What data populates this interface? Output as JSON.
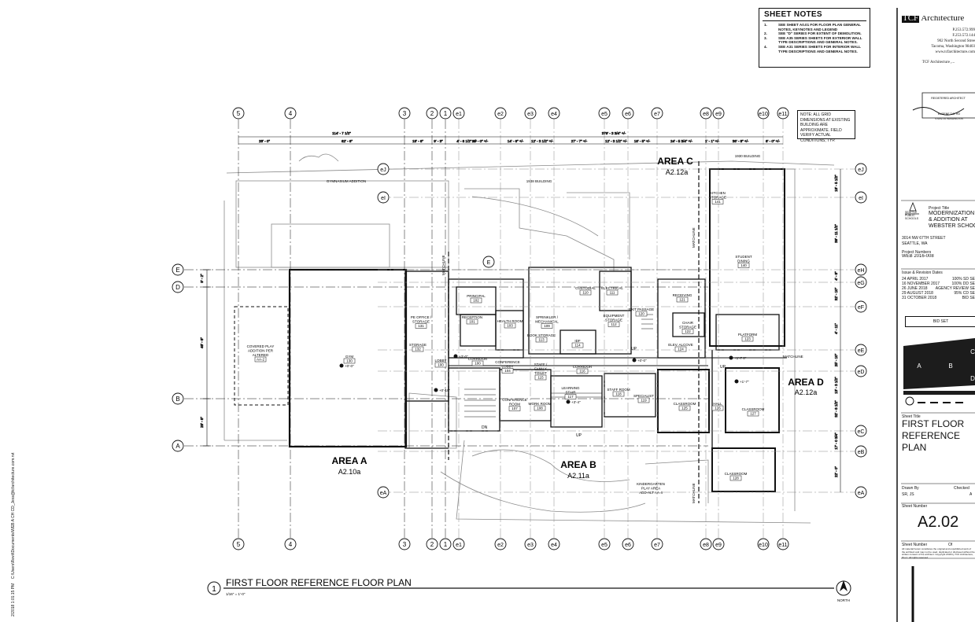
{
  "sheet_notes": {
    "title": "SHEET NOTES",
    "items": [
      {
        "num": "1.",
        "text": "SEE SHEET A0.01 FOR FLOOR PLAN GENERAL NOTES, KEYNOTES AND LEGEND"
      },
      {
        "num": "2.",
        "text": "SEE \"D\" SERIES FOR EXTENT OF DEMOLITION."
      },
      {
        "num": "3.",
        "text": "SEE A35 SERIES SHEETS FOR EXTERIOR WALL TYPE DESCRIPTIONS AND GENERAL NOTES."
      },
      {
        "num": "4.",
        "text": "SEE A31 SERIES SHEETS FOR INTERIOR WALL TYPE DESCRIPTIONS AND GENERAL NOTES."
      }
    ]
  },
  "firm": {
    "logo_a": "TCF",
    "logo_b": "Architecture",
    "phone": "P.253.572.999",
    "fax": "F.253.572.144",
    "street": "902 North Second Stree",
    "city": "Tacoma, Washington 98403",
    "web": "www.tcfarchitecture.com",
    "copyright": "TCF Architecture ,..."
  },
  "stamp": {
    "label": "REGISTERED ARCHITECT",
    "name": "EUGENE T.G. HO",
    "state": "STATE OF WASHINGTON"
  },
  "grid_note": "NOTE: ALL GRID DIMENSIONS AT EXISTING BUILDING ARE APPROXIMATE. FIELD VERIFY ACTUAL CONDITIONS, TYP.",
  "project": {
    "client_line1": "SEATTLE",
    "client_line2": "PUBLIC",
    "client_line3": "SCHOOLS",
    "title_label": "Project Title",
    "title_1": "MODERNIZATION",
    "title_2": "& ADDITION AT",
    "title_3": "WEBSTER SCHOOL",
    "address_1": "3014 NW 67TH STREET",
    "address_2": "SEATTLE, WA",
    "number_label": "Project Numbers",
    "number": "WEB 2016-008",
    "revisions_label": "Issue & Revision Dates",
    "revisions": [
      {
        "date": "24 APRIL 2017",
        "desc": "100% SD SE"
      },
      {
        "date": "16 NOVEMBER 2017",
        "desc": "100% DD SE"
      },
      {
        "date": "26 JUNE 2018",
        "desc": "AGENCY REVIEW SE"
      },
      {
        "date": "29 AUGUST 2018",
        "desc": "95% CD SE"
      },
      {
        "date": "31 OCTOBER 2018",
        "desc": "BID SE"
      }
    ],
    "bid_set": "BID SET",
    "sheet_title_label": "Sheet Title",
    "sheet_title_1": "FIRST FLOOR",
    "sheet_title_2": "REFERENCE",
    "sheet_title_3": "PLAN",
    "drawn_label": "Drawn By",
    "drawn_value": "SR, JS",
    "checked_label": "Checked",
    "checked_value": "A",
    "sheet_number_label": "Sheet Number",
    "sheet_number": "A2.02",
    "sheet_of_label": "Sheet Number",
    "of_label": "Of",
    "disclaimer": "All material herein constitutes the original and unpublished work of the architect and may not be used, duplicated or disclosed without the written consent of the architect. Copyright 2018 by TCF Architecture, PLLC. All rights reserved."
  },
  "keyplan_labels": [
    "A",
    "B",
    "C",
    "D"
  ],
  "side_file_path": "C:\\Users\\Revit\\Documents\\WEB A CH CD_Jess@tcfarchitecture.com.rvt",
  "side_date": "2/2018 1:01:15 PM",
  "grid_top_labels": [
    "5",
    "4",
    "3",
    "2",
    "1",
    "e1",
    "e2",
    "e3",
    "e4",
    "e5",
    "e6",
    "e7",
    "e8",
    "e9",
    "e10",
    "e11"
  ],
  "grid_left_labels": [
    "E",
    "D",
    "B",
    "A"
  ],
  "grid_right_labels": [
    "eJ",
    "eI",
    "eH",
    "eG",
    "eF",
    "eE",
    "eD",
    "eC",
    "eB",
    "eA"
  ],
  "overall_dims": {
    "a": "114' - 7 1/2\"",
    "b": "379' - 3 3/4\" +/-"
  },
  "top_dims": [
    "28' - 0\"",
    "62' - 6\"",
    "18' - 6\"",
    "9' - 3\"",
    "4' - 6 1/2\" +/-",
    "26' - 0\" +/-",
    "14' - 6\" +/-",
    "12' - 3 1/2\" +/-",
    "27' - 7\" +/-",
    "12' - 3 1/2\" +/-",
    "16' - 5\" +/-",
    "24' - 5 3/4\" +/-",
    "1' - 1\" +/-",
    "36' - 8\" +/-",
    "6' - 0\" +/-"
  ],
  "left_dims": [
    "9' - 2\"",
    "46' - 6\"",
    "28' - 8\""
  ],
  "right_dims": [
    "18' - 5 1/2\"",
    "39' - 11 1/2\"",
    "4' - 8\"",
    "32' - 10\"",
    "4' - 11\"",
    "25' - 10\"",
    "13' - 3 1/2\"",
    "32' - 8 1/2\"",
    "17' - 0 3/4\"",
    "22' - 0\""
  ],
  "building_labels": {
    "b1": "1938 BUILDING",
    "b2": "1930 BUILDING",
    "gym": "GYMNASIUM ADDITION"
  },
  "areas": [
    {
      "name": "AREA A",
      "ref": "A2.10a"
    },
    {
      "name": "AREA B",
      "ref": "A2.11a"
    },
    {
      "name": "AREA C",
      "ref": "A2.12a"
    },
    {
      "name": "AREA D",
      "ref": "A2.12a"
    }
  ],
  "rooms": [
    {
      "name": "GYM",
      "num": "130"
    },
    {
      "name": "COVERED PLAY ADDITION PER ALTERED",
      "num": "AA-2"
    },
    {
      "name": "PE OFFICE / STORAGE",
      "num": "131"
    },
    {
      "name": "STORAGE",
      "num": "132"
    },
    {
      "name": "PRINCIPAL",
      "num": "102"
    },
    {
      "name": "RECEPTION",
      "num": "101"
    },
    {
      "name": "HEALTH ROOM",
      "num": "103"
    },
    {
      "name": "CORRIDOR",
      "num": "100"
    },
    {
      "name": "CONFERENCE LOBBY",
      "num": "104"
    },
    {
      "name": "LOBBY",
      "num": "100"
    },
    {
      "name": "CONFERENCE ROOM",
      "num": "107"
    },
    {
      "name": "WORK ROOM",
      "num": "108"
    },
    {
      "name": "SPRINKLER / MECHANICAL",
      "num": "109"
    },
    {
      "name": "CUSTODIAL",
      "num": "110"
    },
    {
      "name": "ELECTRICAL",
      "num": "111"
    },
    {
      "name": "EQUIPMENT STORAGE",
      "num": "112"
    },
    {
      "name": "BOOK STORAGE",
      "num": "113"
    },
    {
      "name": "IDF",
      "num": "114"
    },
    {
      "name": "STAFF / FAMILY TOILET",
      "num": "115"
    },
    {
      "name": "CORRIDOR",
      "num": "116"
    },
    {
      "name": "LEARNING STAIR",
      "num": "117"
    },
    {
      "name": "STAFF ROOM",
      "num": "118"
    },
    {
      "name": "SPECIALIST",
      "num": "119"
    },
    {
      "name": "EXIT PASSAGE",
      "num": "120"
    },
    {
      "name": "RECEIVING",
      "num": "121"
    },
    {
      "name": "CHAIR STORAGE",
      "num": "122"
    },
    {
      "name": "PLATFORM",
      "num": "123"
    },
    {
      "name": "ELEV. ALCOVE",
      "num": "124"
    },
    {
      "name": "CLASSROOM",
      "num": "125"
    },
    {
      "name": "HALL",
      "num": "126"
    },
    {
      "name": "CLASSROOM",
      "num": "127"
    },
    {
      "name": "CLASSROOM",
      "num": "128"
    },
    {
      "name": "STUDENT DINING",
      "num": "140"
    },
    {
      "name": "KITCHEN STORAGE",
      "num": "141"
    },
    {
      "name": "KINDERGARTEN PLAY AREA ADD-ALT AA-4",
      "num": ""
    }
  ],
  "elevations": [
    "+0'-0\"",
    "+3'-0\"",
    "+0'-10\"",
    "+3'-4\"",
    "+0'-0\"",
    "+1'-7\"",
    "+1'-7 0\""
  ],
  "matchline": "MATCHLINE",
  "updown": {
    "up": "UP",
    "dn": "DN"
  },
  "drawing_title": {
    "num": "1",
    "title": "FIRST FLOOR REFERENCE FLOOR PLAN",
    "scale": "1/16\" = 1'-0\""
  },
  "north": "NORTH",
  "colors": {
    "line": "#111111",
    "existing": "#8a8a8a",
    "light": "#bdbdbd"
  }
}
